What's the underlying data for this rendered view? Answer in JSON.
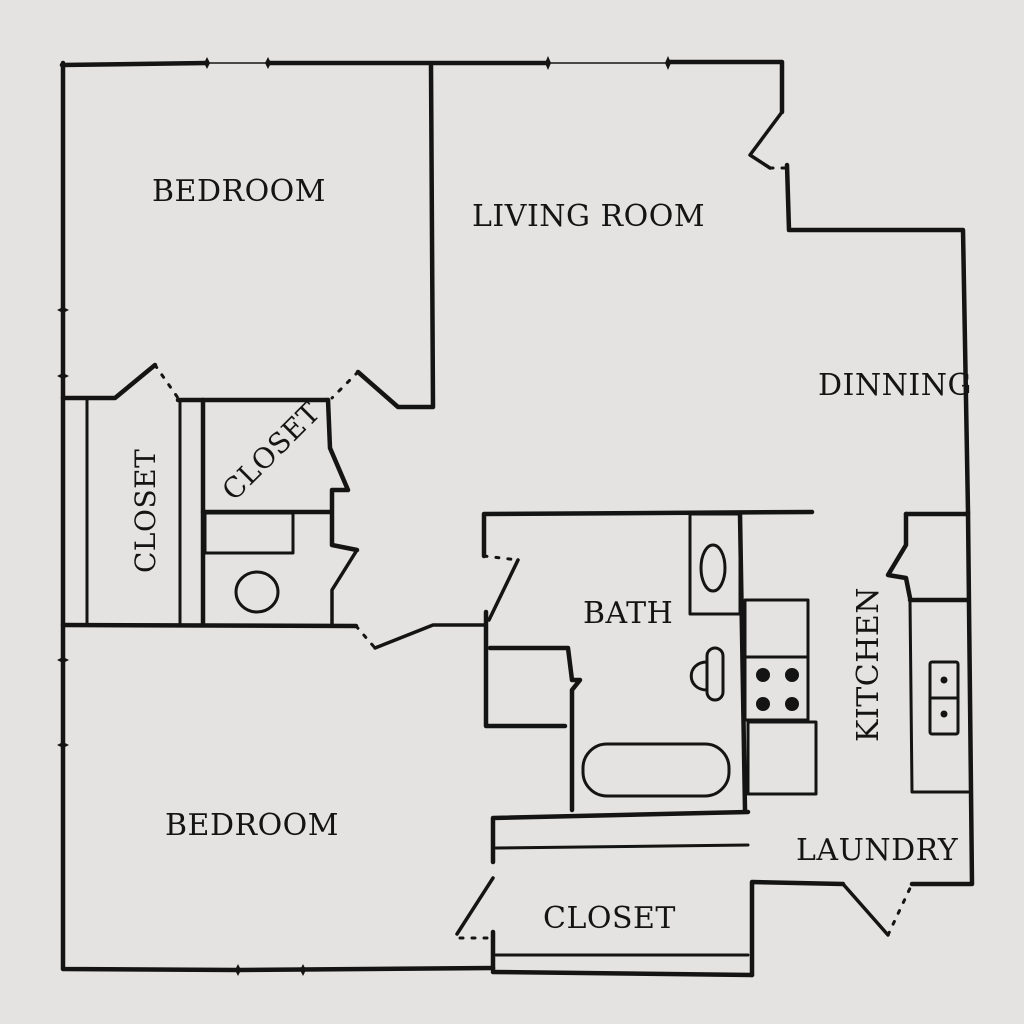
{
  "floor_plan": {
    "rooms": {
      "bedroom_top": "BEDROOM",
      "living_room": "LIVING ROOM",
      "dining": "DINNING",
      "closet_left": "CLOSET",
      "closet_middle": "CLOSET",
      "bath": "BATH",
      "kitchen": "KITCHEN",
      "bedroom_bottom": "BEDROOM",
      "closet_bottom": "CLOSET",
      "laundry": "LAUNDRY"
    },
    "colors": {
      "paper": "#e4e3e1",
      "ink": "#141414"
    }
  }
}
